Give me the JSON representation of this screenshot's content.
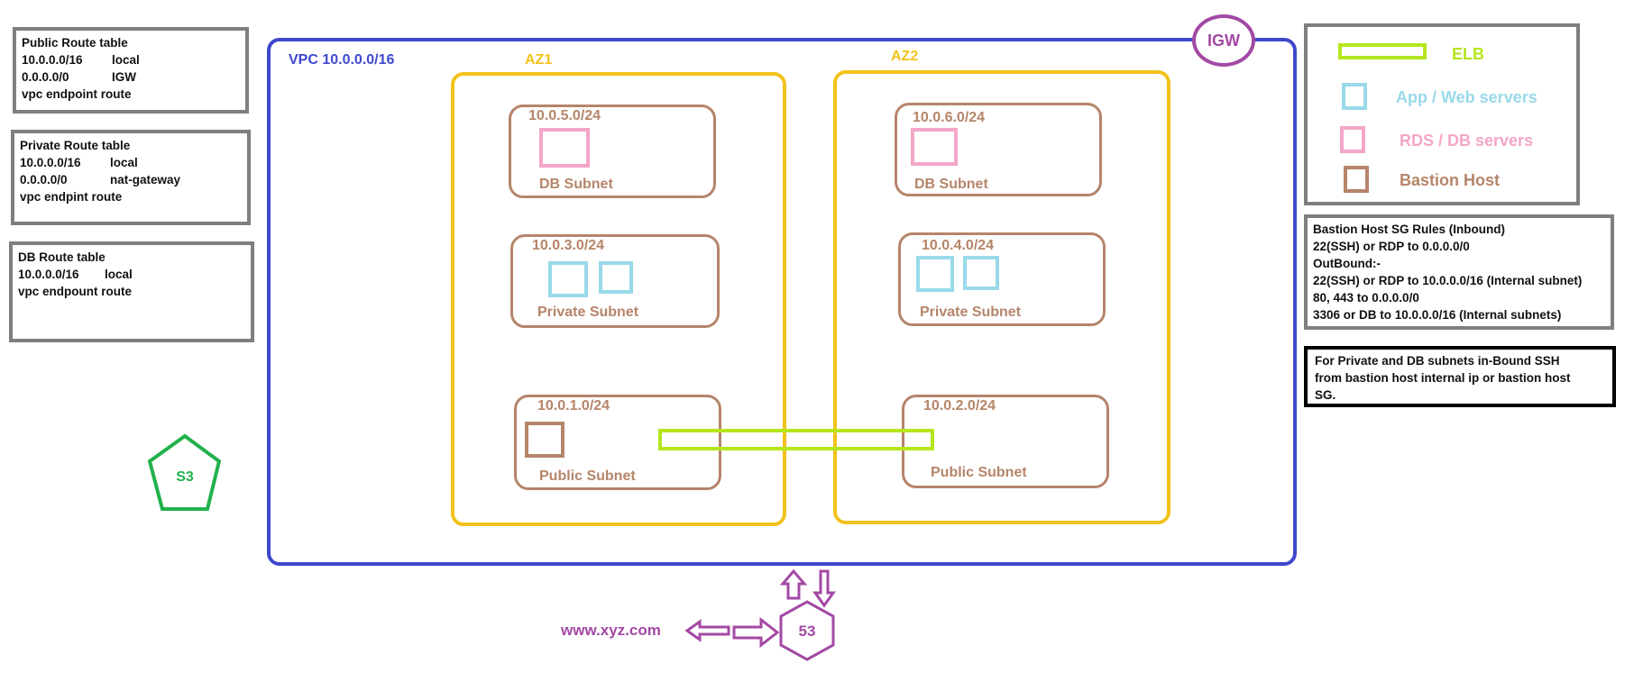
{
  "route_tables": {
    "public": {
      "title": "Public Route table",
      "rows": [
        [
          "10.0.0.0/16",
          "local"
        ],
        [
          "0.0.0.0/0",
          "IGW"
        ]
      ],
      "extra": "vpc endpoint route"
    },
    "private": {
      "title": "Private Route table",
      "rows": [
        [
          "10.0.0.0/16",
          "local"
        ],
        [
          "0.0.0.0/0",
          "nat-gateway"
        ]
      ],
      "extra": "vpc endpint route"
    },
    "db": {
      "title": "DB Route table",
      "rows": [
        [
          "10.0.0.0/16",
          "local"
        ]
      ],
      "extra": "vpc endpount route"
    }
  },
  "s3": {
    "label": "S3"
  },
  "vpc": {
    "label": "VPC 10.0.0.0/16"
  },
  "igw": {
    "label": "IGW"
  },
  "az1": {
    "label": "AZ1",
    "db_subnet": {
      "cidr": "10.0.5.0/24",
      "name": "DB Subnet"
    },
    "private_subnet": {
      "cidr": "10.0.3.0/24",
      "name": "Private Subnet"
    },
    "public_subnet": {
      "cidr": "10.0.1.0/24",
      "name": "Public Subnet"
    }
  },
  "az2": {
    "label": "AZ2",
    "db_subnet": {
      "cidr": "10.0.6.0/24",
      "name": "DB Subnet"
    },
    "private_subnet": {
      "cidr": "10.0.4.0/24",
      "name": "Private Subnet"
    },
    "public_subnet": {
      "cidr": "10.0.2.0/24",
      "name": "Public Subnet"
    }
  },
  "route53": {
    "label": "53"
  },
  "domain": {
    "label": "www.xyz.com"
  },
  "legend": {
    "elb": "ELB",
    "app": "App / Web servers",
    "rds": "RDS / DB servers",
    "bastion": "Bastion Host"
  },
  "bastion_rules": {
    "lines": [
      "Bastion Host SG Rules (Inbound)",
      "22(SSH) or RDP to 0.0.0.0/0",
      "OutBound:-",
      "22(SSH) or RDP to 10.0.0.0/16 (Internal subnet)",
      "80, 443 to 0.0.0.0/0",
      "3306 or DB to 10.0.0.0/16 (Internal subnets)"
    ]
  },
  "ssh_note": {
    "lines": [
      "For Private and DB subnets in-Bound SSH",
      "from bastion host internal ip or bastion host",
      "SG."
    ]
  },
  "colors": {
    "vpc": "#3f48cc",
    "az": "#f2c21b",
    "subnet": "#b5856a",
    "elb": "#b5e61d",
    "app": "#99d9ea",
    "rds": "#f4a6c8",
    "s3": "#22b14c",
    "route53": "#a349a4"
  }
}
